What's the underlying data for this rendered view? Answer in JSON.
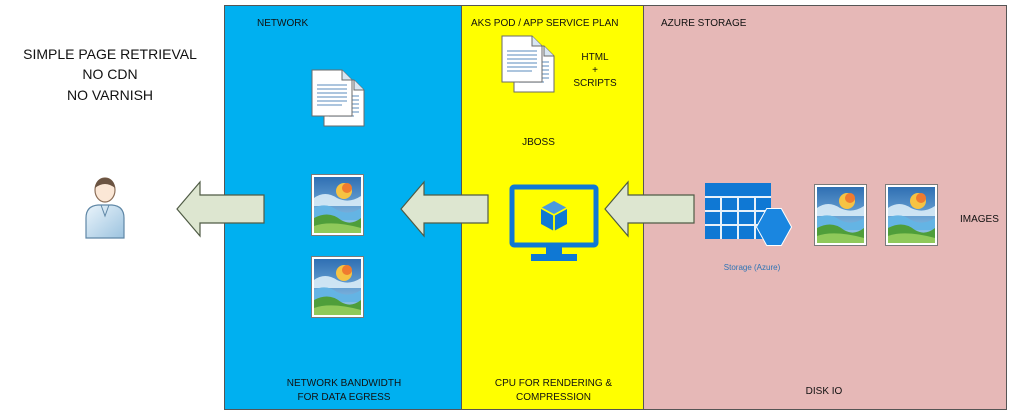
{
  "heading": {
    "line1": "SIMPLE PAGE RETRIEVAL",
    "line2": "NO CDN",
    "line3": "NO VARNISH"
  },
  "panels": {
    "network": {
      "title": "NETWORK",
      "caption_line1": "NETWORK BANDWIDTH",
      "caption_line2": "FOR DATA EGRESS",
      "color": "#00b0f0"
    },
    "aks": {
      "title": "AKS POD / APP SERVICE PLAN",
      "server_label": "JBOSS",
      "doc_label_line1": "HTML",
      "doc_label_line2": "+",
      "doc_label_line3": "SCRIPTS",
      "caption_line1": "CPU FOR RENDERING &",
      "caption_line2": "COMPRESSION",
      "color": "#ffff00"
    },
    "storage": {
      "title": "AZURE STORAGE",
      "storage_label": "Storage (Azure)",
      "images_label": "IMAGES",
      "caption": "DISK IO",
      "color": "#e6b8b7"
    }
  },
  "colors": {
    "arrow_fill": "#dde6d0",
    "arrow_stroke": "#4f5b45",
    "azure_blue": "#0f78d4"
  }
}
